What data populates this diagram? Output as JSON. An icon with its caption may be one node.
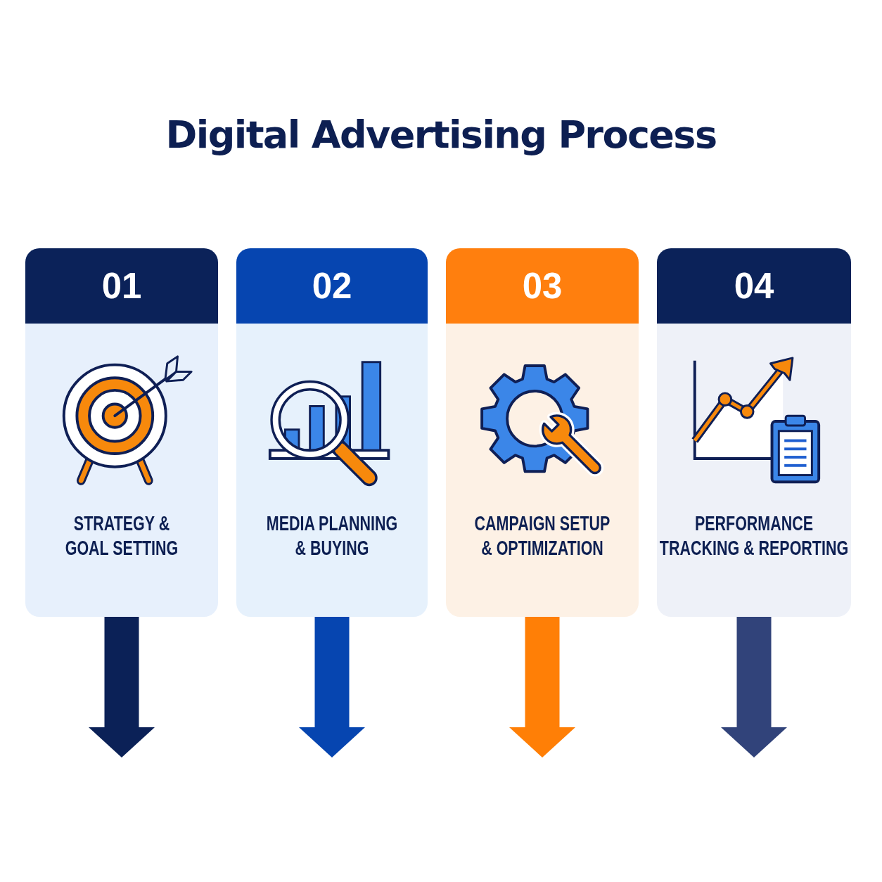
{
  "diagram": {
    "title": "Digital Advertising Process",
    "nodes": [
      {
        "text": [
          "01",
          "STRATEGY & GOAL SETTING"
        ]
      },
      {
        "text": [
          "02",
          "MEDIA PLANNING & BUYING"
        ]
      },
      {
        "text": [
          "03",
          "CAMPAIGN SETUP & OPTIMIZATION"
        ]
      },
      {
        "text": [
          "04",
          "PERFORMANCE TRACKING & REPORTING"
        ]
      }
    ],
    "edges": [
      {
        "from": 0,
        "to": null,
        "arrow": "to",
        "color": "#0b2157"
      },
      {
        "from": 1,
        "to": null,
        "arrow": "to",
        "color": "#0645b0"
      },
      {
        "from": 2,
        "to": null,
        "arrow": "to",
        "color": "#ff7f06"
      },
      {
        "from": 3,
        "to": null,
        "arrow": "to",
        "color": "#31437a"
      }
    ]
  }
}
